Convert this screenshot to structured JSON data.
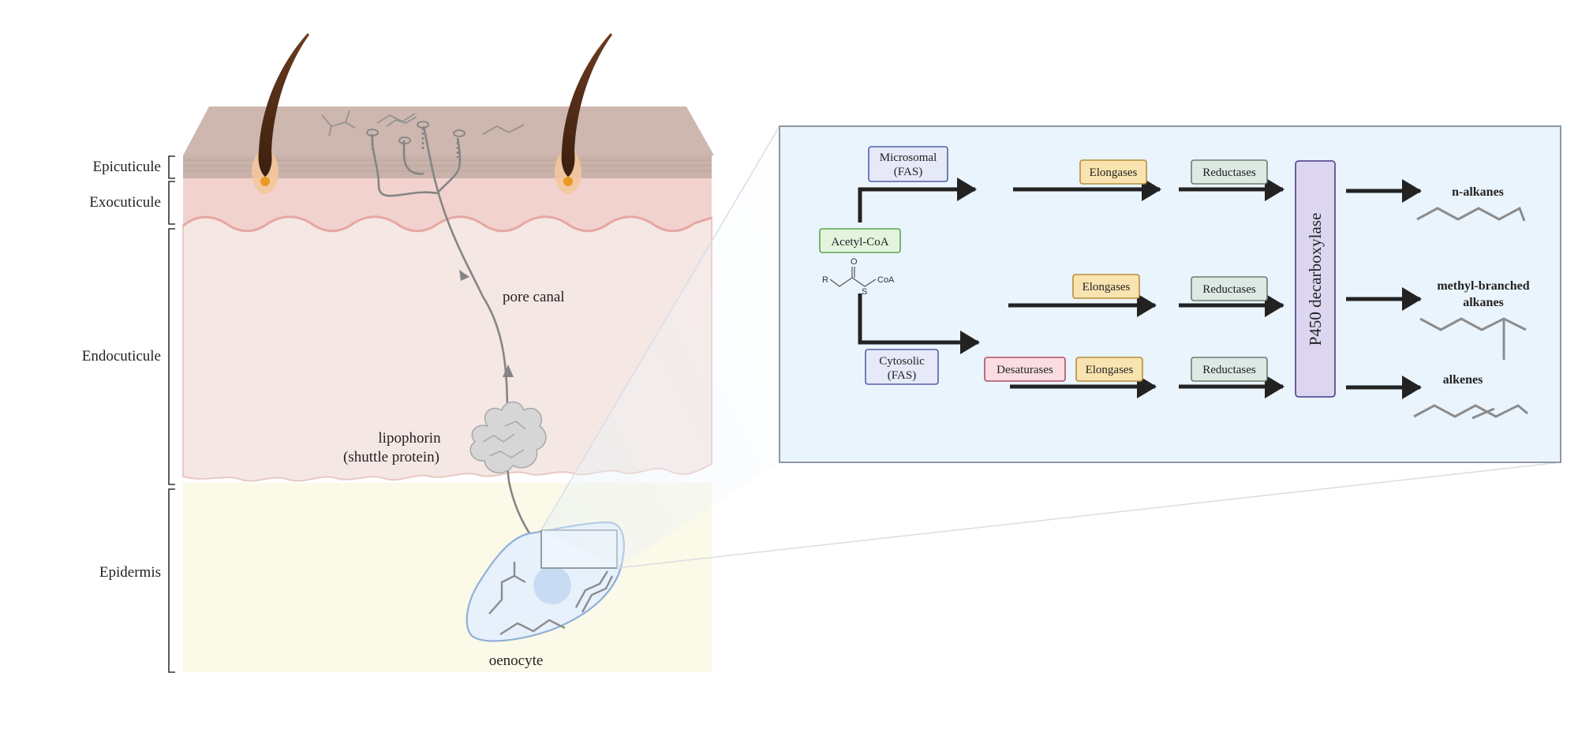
{
  "layers": {
    "epicuticule": "Epicuticule",
    "exocuticule": "Exocuticule",
    "endocuticule": "Endocuticule",
    "epidermis": "Epidermis"
  },
  "annotations": {
    "pore_canal": "pore canal",
    "lipophorin_line1": "lipophorin",
    "lipophorin_line2": "(shuttle protein)",
    "oenocyte": "oenocyte"
  },
  "pathway": {
    "microsomal_line1": "Microsomal",
    "microsomal_line2": "(FAS)",
    "acetyl_coa": "Acetyl-CoA",
    "cytosolic_line1": "Cytosolic",
    "cytosolic_line2": "(FAS)",
    "elongases_top": "Elongases",
    "elongases_mid": "Elongases",
    "elongases_bottom": "Elongases",
    "desaturases": "Desaturases",
    "reductases_top": "Reductases",
    "reductases_mid": "Reductases",
    "reductases_bottom": "Reductases",
    "decarboxylase": "P450 decarboxylase",
    "chem_r": "R",
    "chem_o": "O",
    "chem_s": "S",
    "chem_coa": "CoA"
  },
  "products": {
    "n_alkanes": "n-alkanes",
    "methyl_branched_line1": "methyl-branched",
    "methyl_branched_line2": "alkanes",
    "alkenes": "alkenes"
  },
  "colors": {
    "epicuticle": "#cdb7ae",
    "exocuticle": "#f2d2cf",
    "endocuticle": "#f5e7e4",
    "epidermis": "#fbf9e7",
    "panel_bg": "#eaf4fc",
    "panel_border": "#8f98a3",
    "microsomal_fill": "#e6e9f8",
    "microsomal_stroke": "#5260a6",
    "acetyl_fill": "#e3f4dd",
    "acetyl_stroke": "#5da34c",
    "elongases_fill": "#f9e3b0",
    "elongases_stroke": "#b58f3a",
    "reductases_fill": "#dde9e3",
    "reductases_stroke": "#6a7d73",
    "desaturases_fill": "#f9dde2",
    "desaturases_stroke": "#b24d5e",
    "decarboxylase_fill": "#ddd6f0",
    "decarboxylase_stroke": "#5d4f92",
    "hair": "#4a2a17"
  }
}
